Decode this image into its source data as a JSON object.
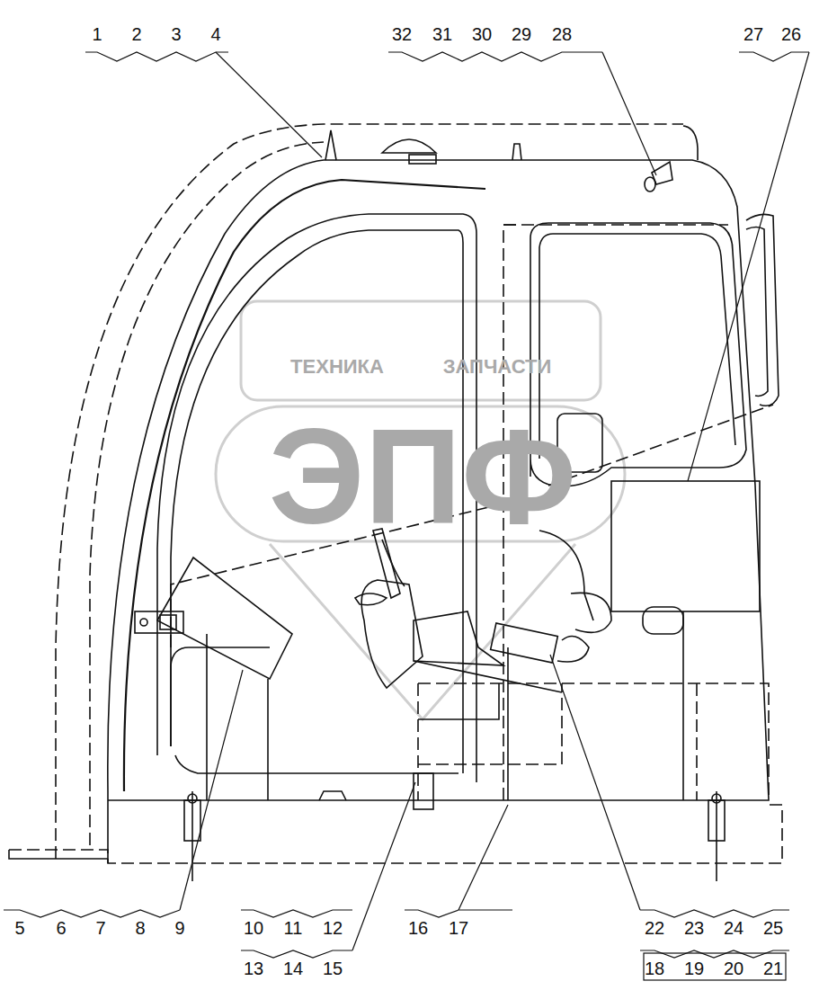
{
  "diagram": {
    "labels": [
      "1",
      "2",
      "3",
      "4",
      "32",
      "31",
      "30",
      "29",
      "28",
      "27",
      "26",
      "5",
      "6",
      "7",
      "8",
      "9",
      "10",
      "11",
      "12",
      "13",
      "14",
      "15",
      "16",
      "17",
      "22",
      "23",
      "24",
      "25",
      "18",
      "19",
      "20",
      "21",
      "ТЕХНИКА",
      "ЗАПЧАСТИ",
      "ЭПФ"
    ]
  }
}
